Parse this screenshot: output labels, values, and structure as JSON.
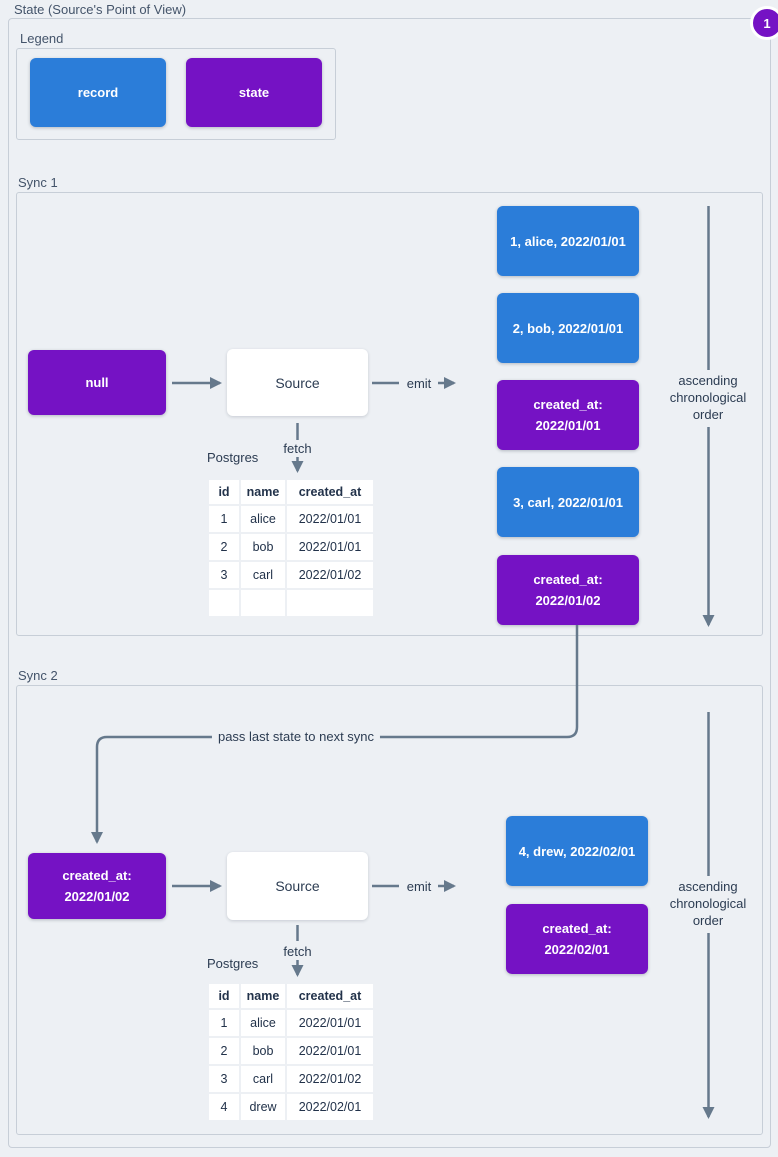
{
  "page": {
    "title": "State (Source's Point of View)",
    "badge": "1"
  },
  "colors": {
    "record": "#2b7dd9",
    "state": "#7512c4",
    "arrow": "#66798c"
  },
  "legend": {
    "label": "Legend",
    "record_label": "record",
    "state_label": "state"
  },
  "connector": {
    "label": "pass last state to next sync"
  },
  "sync1": {
    "label": "Sync 1",
    "input_state": {
      "type": "state",
      "text": "null"
    },
    "source_label": "Source",
    "emit_label": "emit",
    "fetch_label": "fetch",
    "db_label": "Postgres",
    "table": {
      "headers": [
        "id",
        "name",
        "created_at"
      ],
      "rows": [
        [
          "1",
          "alice",
          "2022/01/01"
        ],
        [
          "2",
          "bob",
          "2022/01/01"
        ],
        [
          "3",
          "carl",
          "2022/01/02"
        ],
        [
          "",
          "",
          ""
        ]
      ]
    },
    "stream": [
      {
        "type": "record",
        "text": "1, alice, 2022/01/01"
      },
      {
        "type": "record",
        "text": "2, bob, 2022/01/01"
      },
      {
        "type": "state",
        "text": "created_at:\n2022/01/01"
      },
      {
        "type": "record",
        "text": "3, carl, 2022/01/01"
      },
      {
        "type": "state",
        "text": "created_at:\n2022/01/02"
      }
    ],
    "order_note": "ascending\nchronological\norder"
  },
  "sync2": {
    "label": "Sync 2",
    "input_state": {
      "type": "state",
      "text": "created_at:\n2022/01/02"
    },
    "source_label": "Source",
    "emit_label": "emit",
    "fetch_label": "fetch",
    "db_label": "Postgres",
    "table": {
      "headers": [
        "id",
        "name",
        "created_at"
      ],
      "rows": [
        [
          "1",
          "alice",
          "2022/01/01"
        ],
        [
          "2",
          "bob",
          "2022/01/01"
        ],
        [
          "3",
          "carl",
          "2022/01/02"
        ],
        [
          "4",
          "drew",
          "2022/02/01"
        ]
      ]
    },
    "stream": [
      {
        "type": "record",
        "text": "4, drew, 2022/02/01"
      },
      {
        "type": "state",
        "text": "created_at:\n2022/02/01"
      }
    ],
    "order_note": "ascending\nchronological\norder"
  }
}
